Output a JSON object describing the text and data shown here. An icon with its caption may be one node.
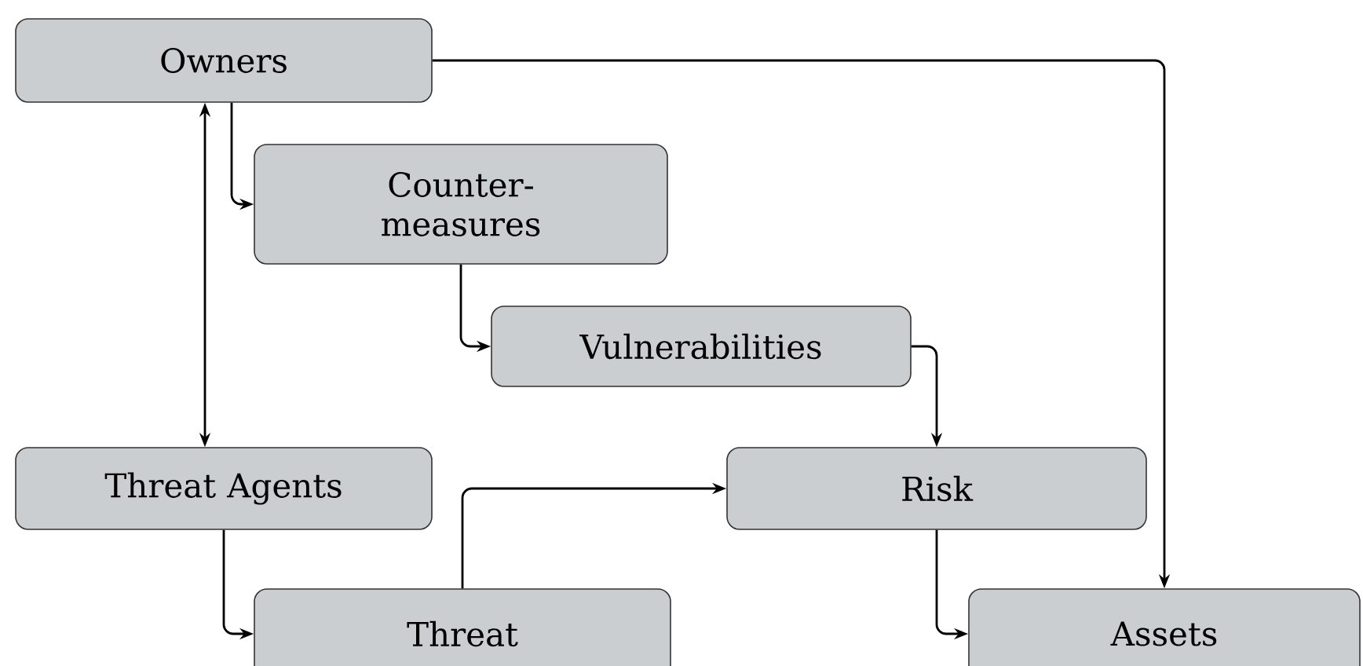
{
  "diagram": {
    "nodes": [
      {
        "text": [
          "Owners"
        ]
      },
      {
        "text": [
          "Counter- measures"
        ]
      },
      {
        "text": [
          "Vulnerabilities"
        ]
      },
      {
        "text": [
          "Threat Agents"
        ]
      },
      {
        "text": [
          "Risk"
        ]
      },
      {
        "text": [
          "Threat"
        ]
      },
      {
        "text": [
          "Assets"
        ]
      }
    ],
    "edges": [
      {
        "from": 0,
        "to": 6,
        "arrow": "to"
      },
      {
        "from": 0,
        "to": 1,
        "arrow": "to"
      },
      {
        "from": 0,
        "to": 3,
        "arrow": "both"
      },
      {
        "from": 1,
        "to": 2,
        "arrow": "to"
      },
      {
        "from": 2,
        "to": 4,
        "arrow": "to"
      },
      {
        "from": 3,
        "to": 5,
        "arrow": "to"
      },
      {
        "from": 5,
        "to": 4,
        "arrow": "to"
      },
      {
        "from": 4,
        "to": 6,
        "arrow": "to"
      }
    ]
  }
}
